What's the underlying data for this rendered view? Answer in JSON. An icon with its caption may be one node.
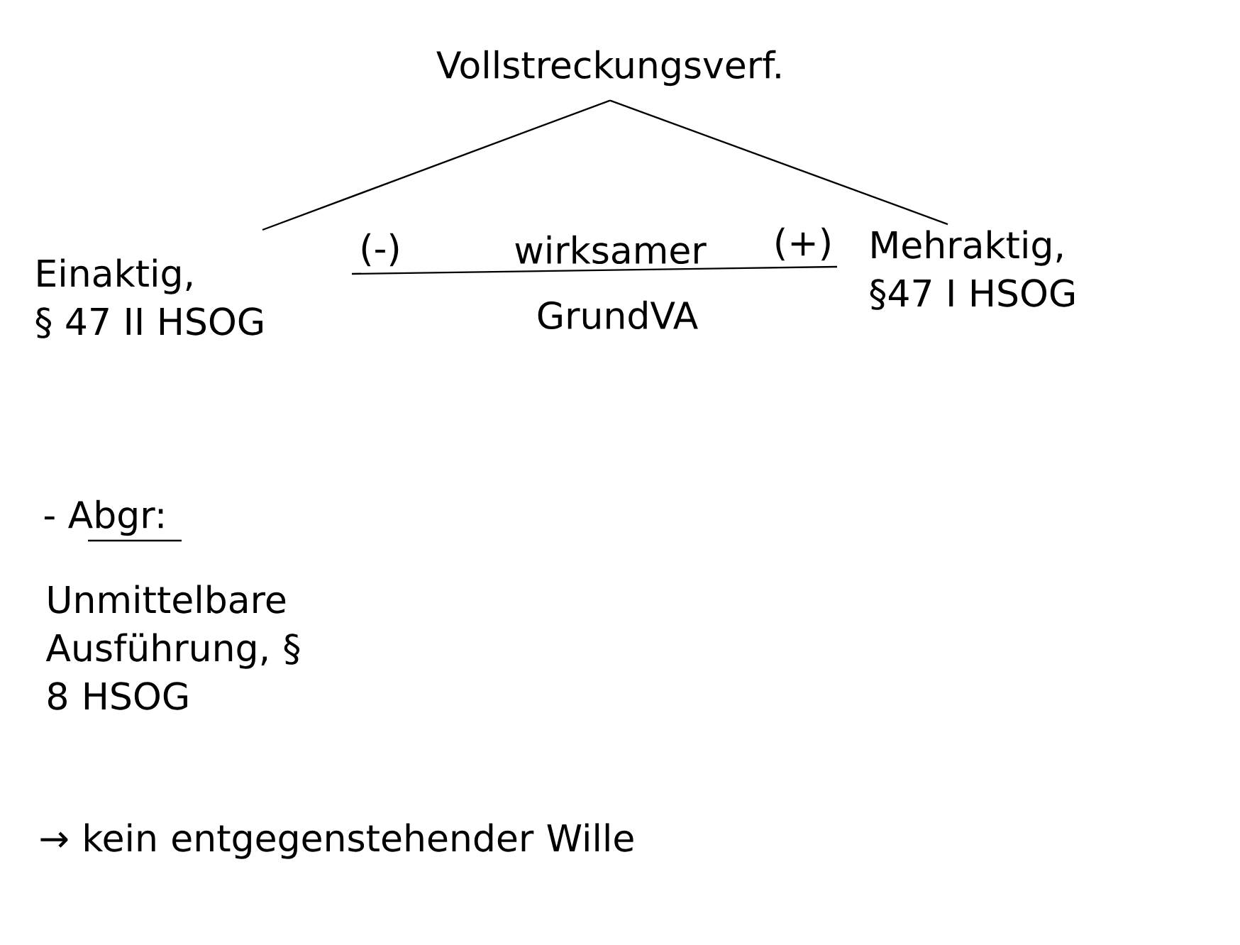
{
  "diagram": {
    "nodes": [
      {
        "text": [
          "Vollstreckungsverf."
        ]
      },
      {
        "text": [
          "Einaktig,",
          "§ 47 II HSOG"
        ]
      },
      {
        "text": [
          "Mehraktig,",
          "§47 I HSOG"
        ]
      }
    ],
    "edges": [
      {
        "from": 0,
        "to": 1,
        "arrow": "none"
      },
      {
        "from": 0,
        "to": 2,
        "arrow": "none"
      }
    ],
    "labels": [
      "(-)",
      "wirksamer",
      "(+)",
      "GrundVA",
      "- Abgr:",
      "Unmittelbare Ausführung, § 8 HSOG",
      "→ kein entgegenstehender Wille"
    ]
  }
}
